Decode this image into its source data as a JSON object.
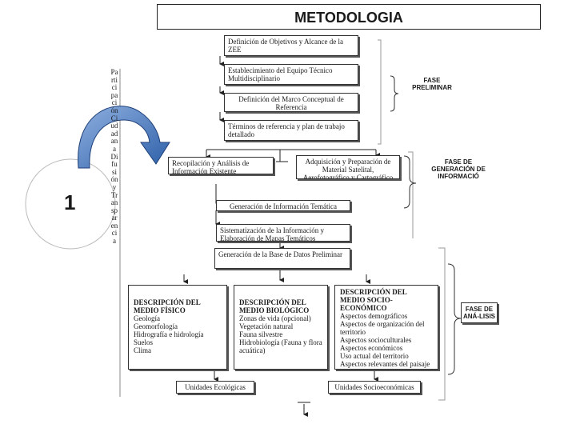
{
  "title": "METODOLOGIA",
  "step_number": "1",
  "vertical_text": "Participación Ciudadana Difusión y Transparencia",
  "phases": {
    "preliminar": "FASE PRELIMINAR",
    "generacion": "FASE DE GENERACIÓN DE INFORMACIÓ",
    "analisis": "FASE DE ANÁ-LISIS"
  },
  "boxes": {
    "definicion": "Definición de Objetivos y Alcance de la ZEE",
    "establecimiento": "Establecimiento del Equipo Técnico Multidisciplinario",
    "marco": "Definición del Marco Conceptual de Referencia",
    "terminos": "Términos de referencia y plan de trabajo detallado",
    "recopilacion": "Recopilación y Análisis de Información Existente",
    "adquisicion": "Adquisición y Preparación de Material Satelital, Aerofotográfico y Cartográfico",
    "generacion_info": "Generación de Información Temática",
    "sistematizacion": "Sistematización de la Información y Elaboración de Mapas Temáticos",
    "base_datos": "Generación de la Base de Datos Preliminar"
  },
  "descriptions": {
    "fisico": {
      "heading": "DESCRIPCIÓN DEL MEDIO FÍSICO",
      "items": [
        "Geología",
        "Geomorfología",
        "Hidrografía e hidrología",
        "Suelos",
        "Clima"
      ]
    },
    "biologico": {
      "heading": "DESCRIPCIÓN DEL MEDIO BIOLÓGICO",
      "items": [
        "Zonas de vida (opcional)",
        "Vegetación natural",
        "Fauna silvestre",
        "Hidrobiología (Fauna y flora acuática)"
      ]
    },
    "socio": {
      "heading": "DESCRIPCIÓN DEL MEDIO SOCIO-ECONÓMICO",
      "items": [
        "Aspectos demográficos",
        "Aspectos de organización del territorio",
        "Aspectos socioculturales",
        "Aspectos económicos",
        "Uso actual del territorio",
        "Aspectos relevantes del paisaje"
      ]
    }
  },
  "units": {
    "ecologicas": "Unidades Ecológicas",
    "socioeconomicas": "Unidades Socioeconómicas"
  }
}
